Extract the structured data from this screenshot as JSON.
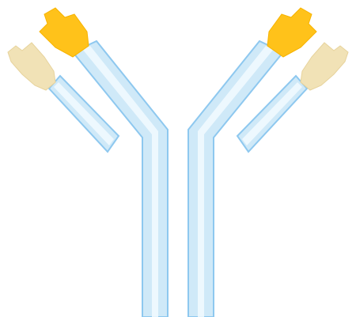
{
  "diagram": {
    "subject": "antibody-y-shape",
    "palette": {
      "chain_fill_light": "#f2faff",
      "chain_fill_mid": "#c9e8f8",
      "chain_fill_dark": "#a7d6f1",
      "chain_outline": "#8ec8ef",
      "heavy_variable_color": "#ffc21a",
      "light_variable_color": "#f1e2b6",
      "background": "#ffffff"
    },
    "parts": [
      {
        "id": "heavy-chain-left",
        "kind": "heavy-chain"
      },
      {
        "id": "heavy-chain-right",
        "kind": "heavy-chain"
      },
      {
        "id": "light-chain-left",
        "kind": "light-chain"
      },
      {
        "id": "light-chain-right",
        "kind": "light-chain"
      },
      {
        "id": "heavy-variable-left",
        "kind": "heavy-variable-region"
      },
      {
        "id": "heavy-variable-right",
        "kind": "heavy-variable-region"
      },
      {
        "id": "light-variable-left",
        "kind": "light-variable-region"
      },
      {
        "id": "light-variable-right",
        "kind": "light-variable-region"
      }
    ]
  }
}
